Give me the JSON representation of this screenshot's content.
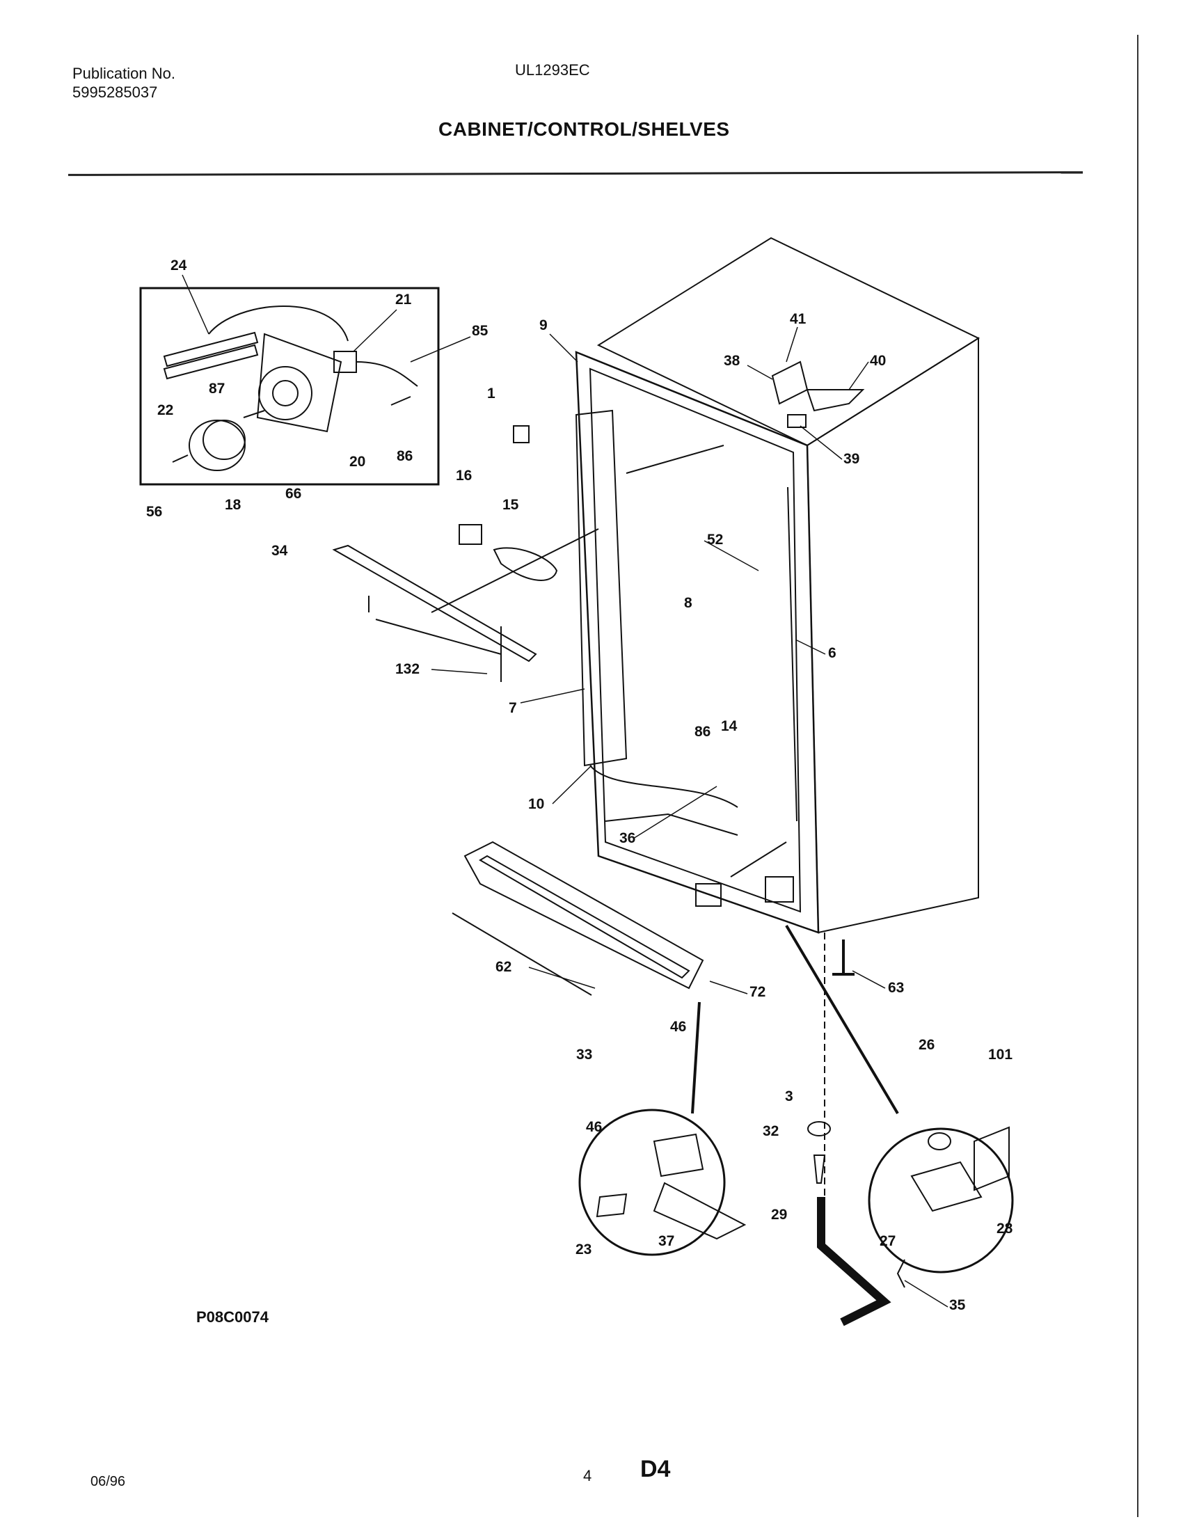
{
  "header": {
    "publication_label": "Publication No.",
    "publication_number": "5995285037",
    "model": "UL1293EC",
    "title": "CABINET/CONTROL/SHELVES"
  },
  "footer": {
    "figure_code": "P08C0074",
    "date": "06/96",
    "page": "4",
    "section": "D4"
  },
  "callouts": [
    "24",
    "21",
    "85",
    "9",
    "41",
    "38",
    "40",
    "22",
    "87",
    "20",
    "86",
    "1",
    "39",
    "56",
    "18",
    "66",
    "16",
    "15",
    "52",
    "34",
    "8",
    "6",
    "132",
    "7",
    "14",
    "86",
    "10",
    "36",
    "62",
    "72",
    "63",
    "46",
    "33",
    "26",
    "101",
    "3",
    "46",
    "32",
    "29",
    "23",
    "37",
    "27",
    "28",
    "35"
  ]
}
